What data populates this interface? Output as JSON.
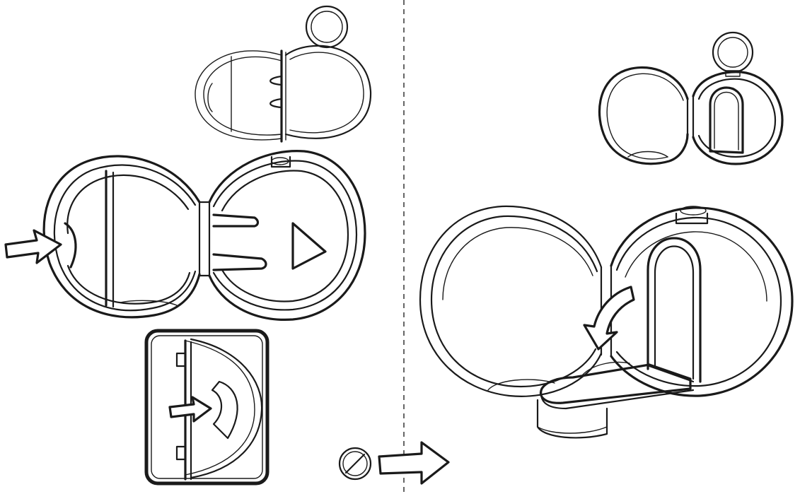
{
  "diagram": {
    "panels": [
      {
        "name": "left-panel",
        "steps": [
          "case-closed-small",
          "case-open-large",
          "latch-detail"
        ]
      },
      {
        "name": "right-panel",
        "steps": [
          "case-open-small",
          "case-open-with-tray"
        ]
      }
    ],
    "colors": {
      "stroke": "#1a1a1a",
      "background": "#ffffff",
      "divider": "#333333"
    },
    "icons": [
      "press-arrow-icon",
      "triangle-icon",
      "no-symbol-icon",
      "next-arrow-icon",
      "curved-arrow-icon",
      "ring-icon"
    ]
  }
}
